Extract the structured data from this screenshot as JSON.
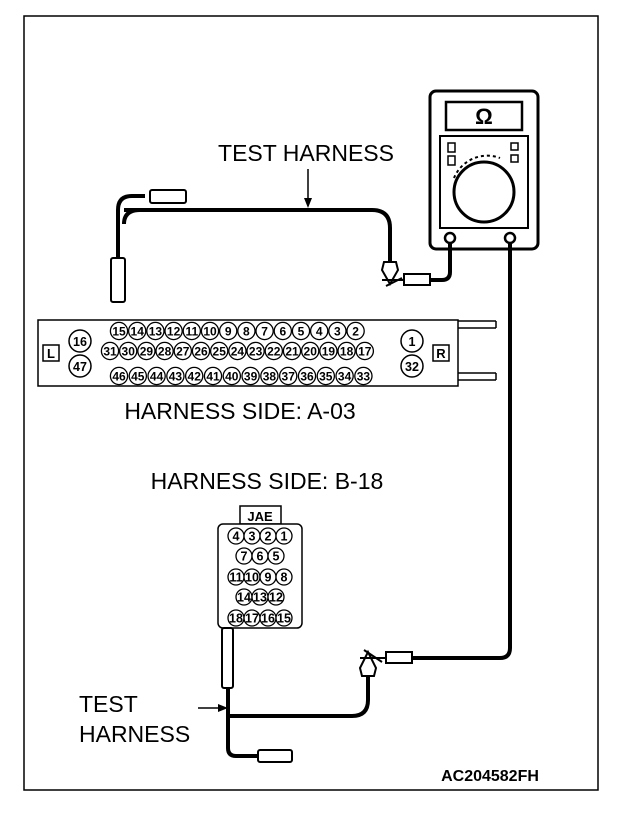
{
  "labels": {
    "test_harness_top": "TEST HARNESS",
    "harness_side_a": "HARNESS SIDE: A-03",
    "harness_side_b": "HARNESS SIDE: B-18",
    "test_harness_bottom_line1": "TEST",
    "test_harness_bottom_line2": "HARNESS",
    "figure_code": "AC204582FH"
  },
  "meter": {
    "symbol": "Ω"
  },
  "connector_a03": {
    "left_tag": "L",
    "right_tag": "R",
    "end_left_top": "16",
    "end_left_bottom": "47",
    "end_right_top": "1",
    "end_right_bottom": "32",
    "row1": [
      "15",
      "14",
      "13",
      "12",
      "11",
      "10",
      "9",
      "8",
      "7",
      "6",
      "5",
      "4",
      "3",
      "2"
    ],
    "row2": [
      "31",
      "30",
      "29",
      "28",
      "27",
      "26",
      "25",
      "24",
      "23",
      "22",
      "21",
      "20",
      "19",
      "18",
      "17"
    ],
    "row3": [
      "46",
      "45",
      "44",
      "43",
      "42",
      "41",
      "40",
      "39",
      "38",
      "37",
      "36",
      "35",
      "34",
      "33"
    ]
  },
  "connector_b18": {
    "brand": "JAE",
    "rows": [
      [
        "4",
        "3",
        "2",
        "1"
      ],
      [
        "7",
        "6",
        "5"
      ],
      [
        "11",
        "10",
        "9",
        "8"
      ],
      [
        "14",
        "13",
        "12"
      ],
      [
        "18",
        "17",
        "16",
        "15"
      ]
    ]
  },
  "colors": {
    "line": "#000000",
    "background": "#ffffff"
  }
}
